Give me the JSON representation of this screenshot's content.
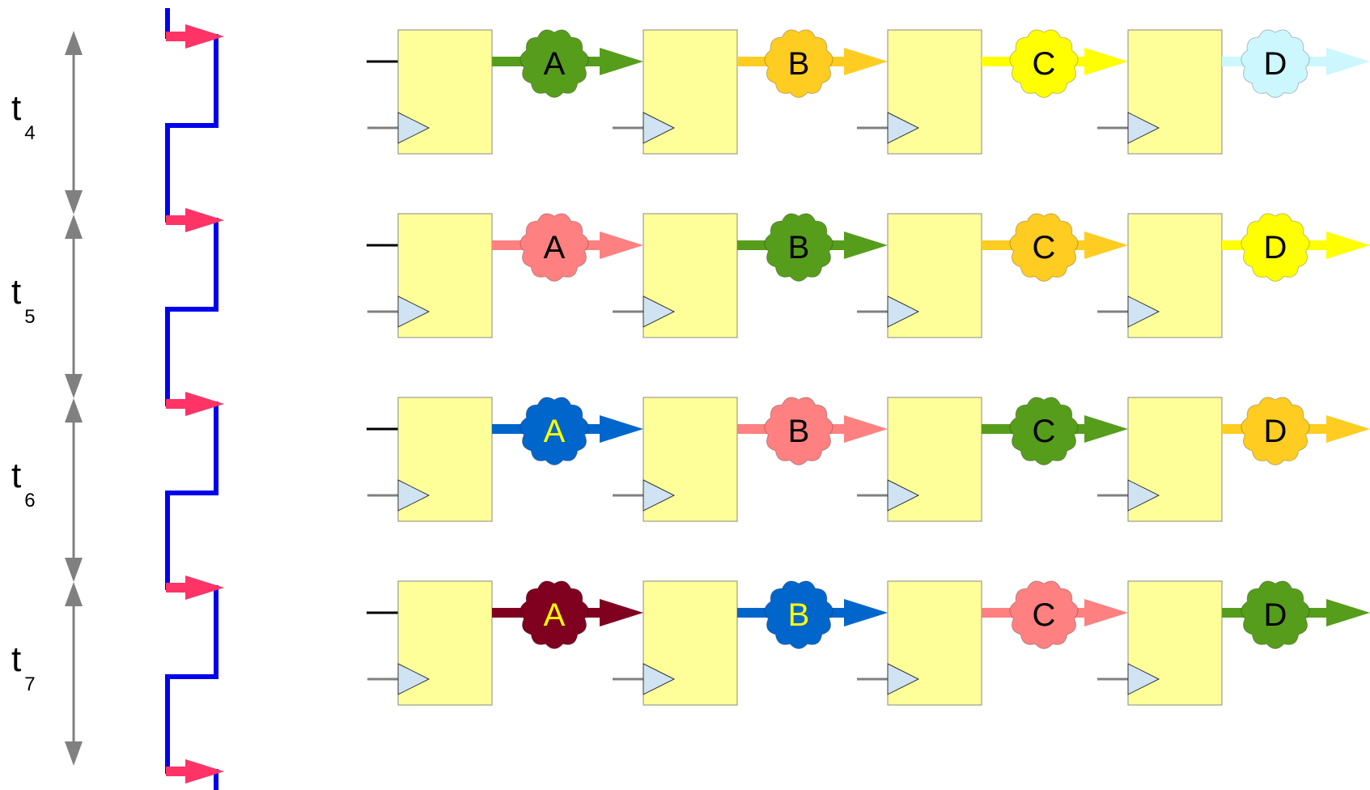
{
  "colors": {
    "clock_wave": "#0000ee",
    "clock_edge_arrow": "#ff3366",
    "interval_arrow": "#808080",
    "register_fill": "#ffff99",
    "register_stroke": "#888888",
    "clock_input_fill": "#cfe3f2"
  },
  "time_intervals": [
    {
      "letter": "t",
      "sub": "4"
    },
    {
      "letter": "t",
      "sub": "5"
    },
    {
      "letter": "t",
      "sub": "6"
    },
    {
      "letter": "t",
      "sub": "7"
    }
  ],
  "pipeline_rows": [
    {
      "stages": [
        {
          "label": "A",
          "color": "#579d1c",
          "text_color": "#000000"
        },
        {
          "label": "B",
          "color": "#ffcc22",
          "text_color": "#000000"
        },
        {
          "label": "C",
          "color": "#ffff00",
          "text_color": "#000000"
        },
        {
          "label": "D",
          "color": "#ccf7ff",
          "text_color": "#000000"
        }
      ]
    },
    {
      "stages": [
        {
          "label": "A",
          "color": "#ff8080",
          "text_color": "#000000"
        },
        {
          "label": "B",
          "color": "#579d1c",
          "text_color": "#000000"
        },
        {
          "label": "C",
          "color": "#ffcc22",
          "text_color": "#000000"
        },
        {
          "label": "D",
          "color": "#ffff00",
          "text_color": "#000000"
        }
      ]
    },
    {
      "stages": [
        {
          "label": "A",
          "color": "#0066cc",
          "text_color": "#ffff00"
        },
        {
          "label": "B",
          "color": "#ff8080",
          "text_color": "#000000"
        },
        {
          "label": "C",
          "color": "#579d1c",
          "text_color": "#000000"
        },
        {
          "label": "D",
          "color": "#ffcc22",
          "text_color": "#000000"
        }
      ]
    },
    {
      "stages": [
        {
          "label": "A",
          "color": "#800020",
          "text_color": "#ffff00"
        },
        {
          "label": "B",
          "color": "#0066cc",
          "text_color": "#ffff00"
        },
        {
          "label": "C",
          "color": "#ff8080",
          "text_color": "#000000"
        },
        {
          "label": "D",
          "color": "#579d1c",
          "text_color": "#000000"
        }
      ]
    }
  ]
}
